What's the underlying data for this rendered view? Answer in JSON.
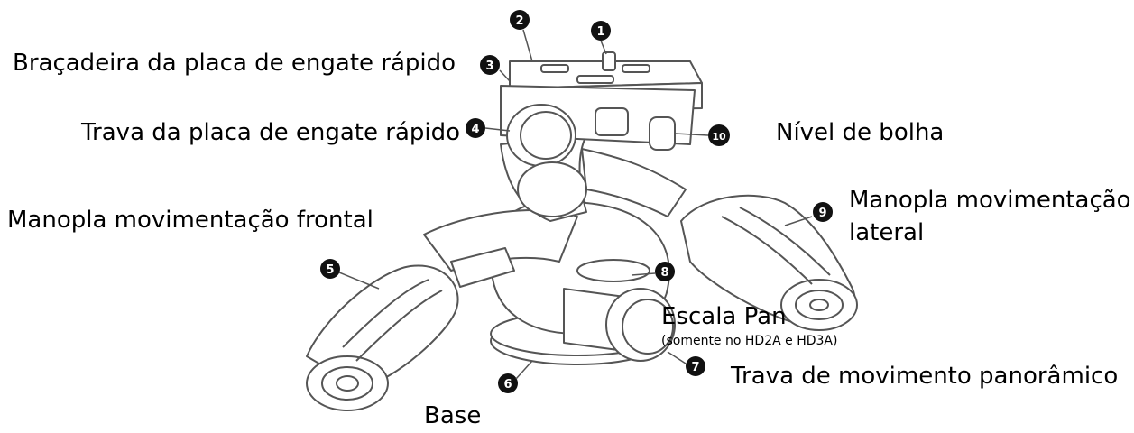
{
  "labels": {
    "quick_release_clamp": "Braçadeira da placa de engate rápido",
    "quick_release_lock": "Trava da placa de engate rápido",
    "bubble_level": "Nível de bolha",
    "lateral_handle_line1": "Manopla movimentação",
    "lateral_handle_line2": "lateral",
    "frontal_handle": "Manopla movimentação frontal",
    "pan_scale": "Escala Pan",
    "pan_scale_note": "(somente no HD2A e HD3A)",
    "pan_lock": "Trava de movimento panorâmico",
    "base": "Base"
  },
  "markers": [
    "1",
    "2",
    "3",
    "4",
    "5",
    "6",
    "7",
    "8",
    "9",
    "10"
  ],
  "colors": {
    "text": "#000000",
    "marker_fill": "#111111",
    "marker_text": "#ffffff",
    "drawing_stroke": "#555555"
  }
}
